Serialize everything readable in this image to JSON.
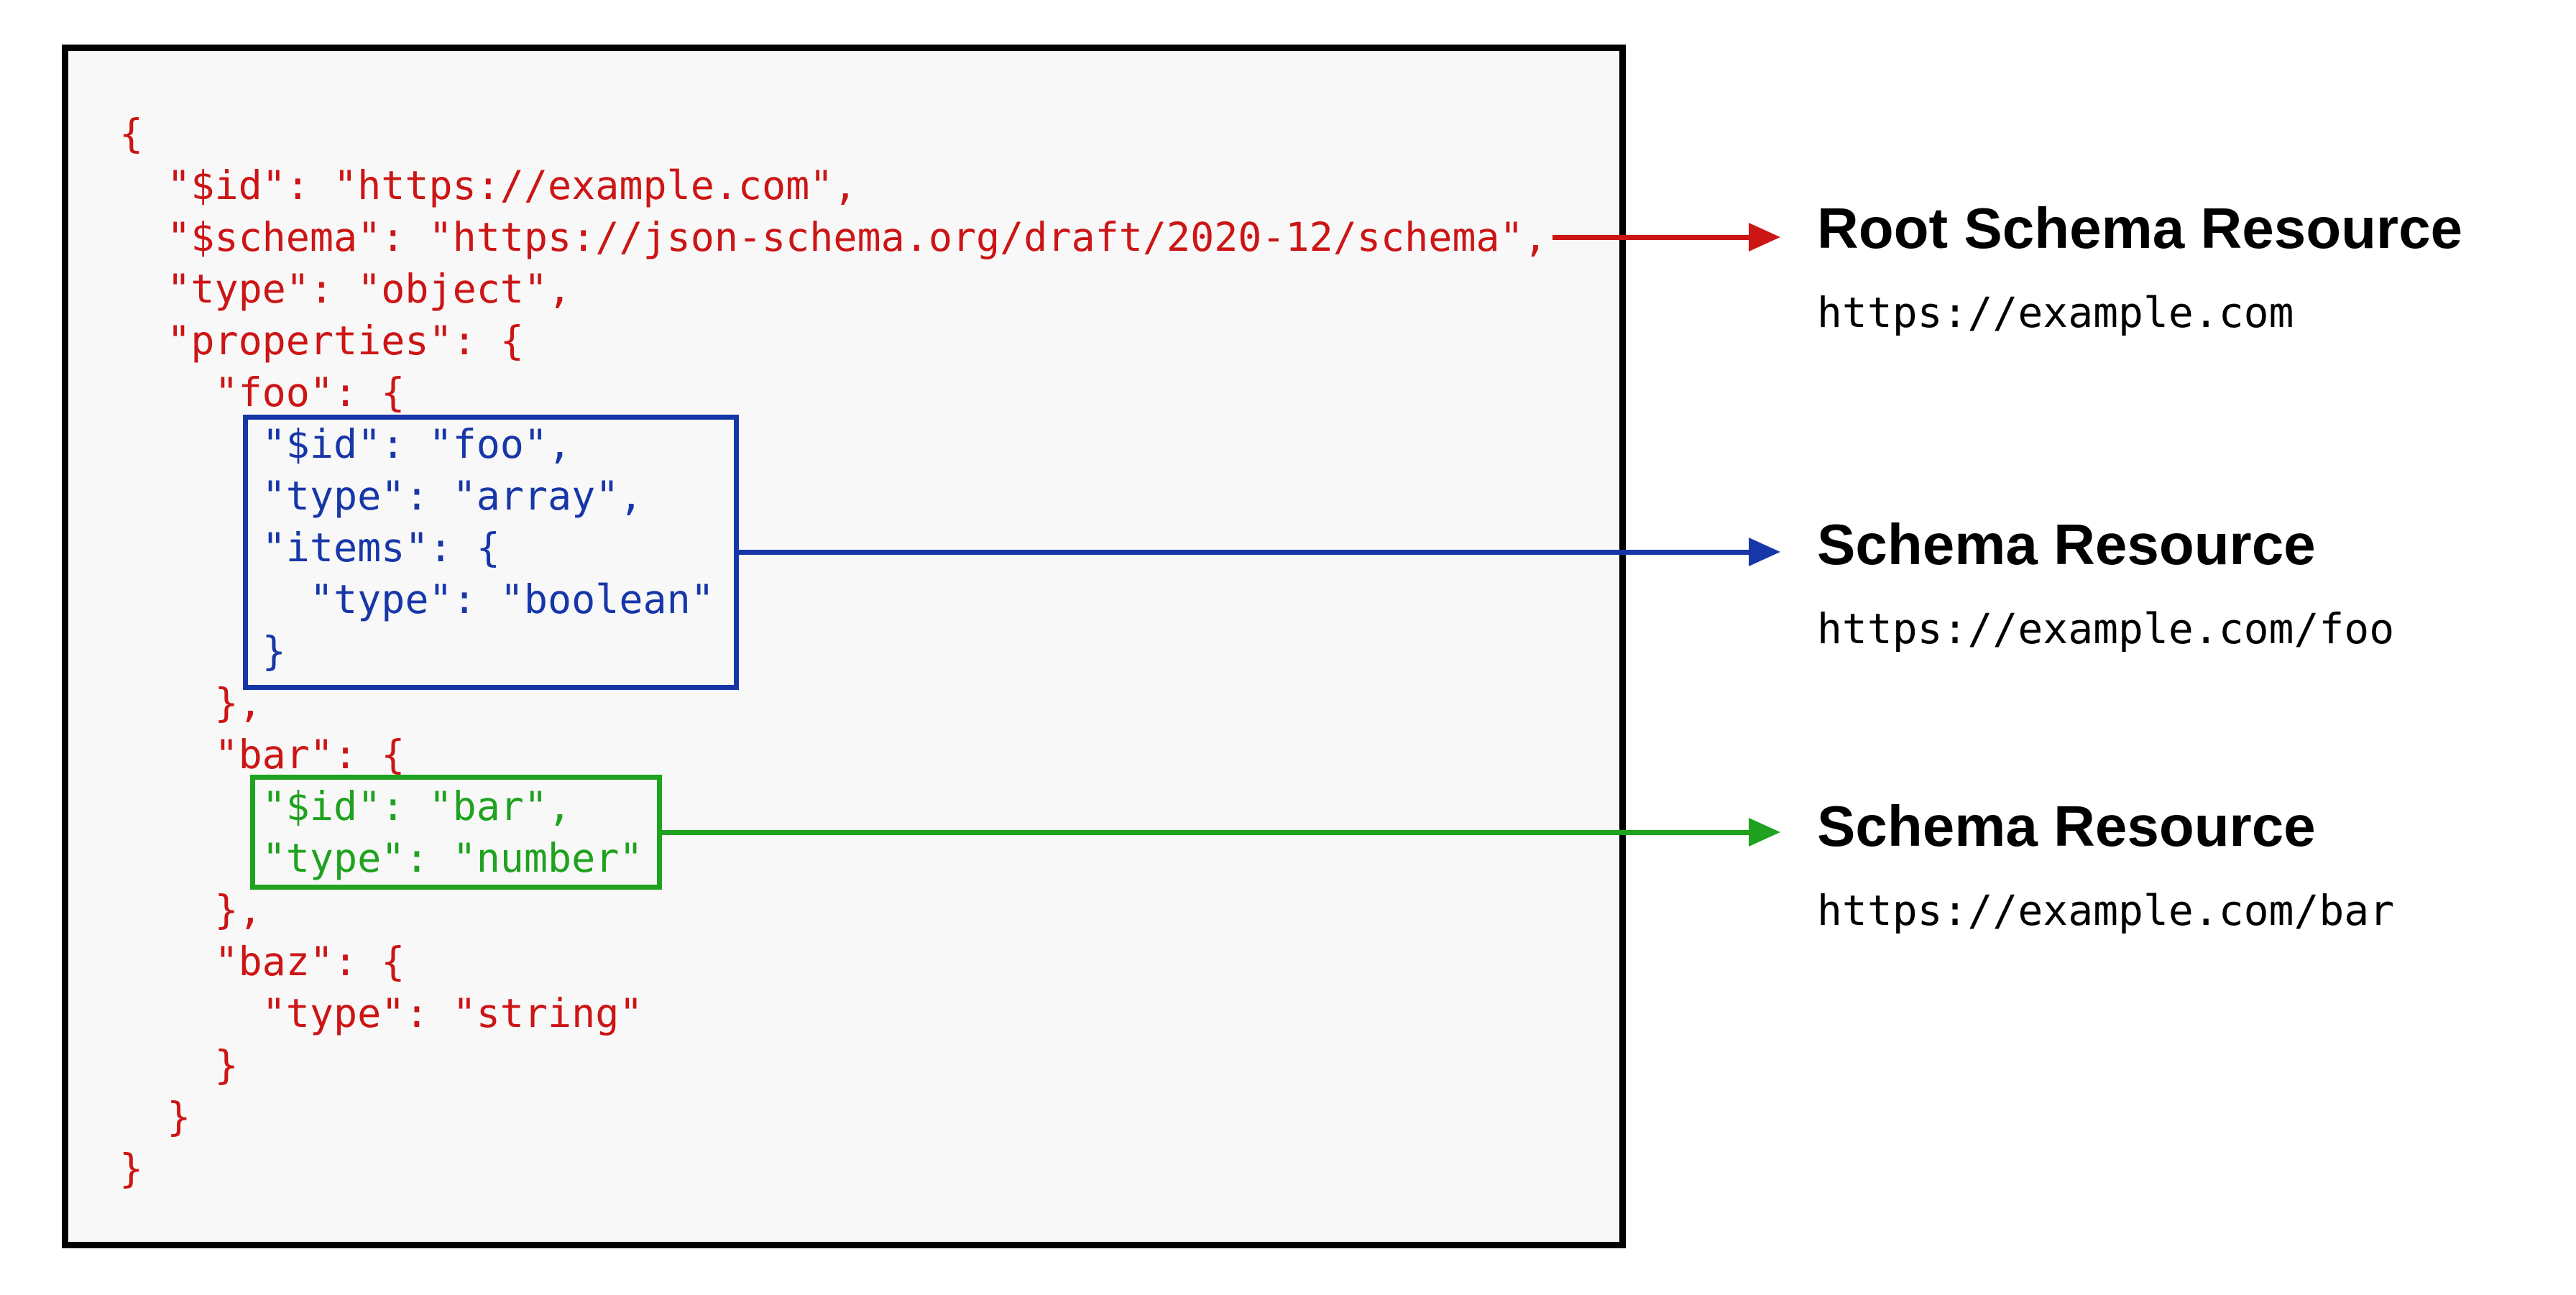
{
  "diagram": {
    "description": "JSON Schema document showing embedded schema resources",
    "colors": {
      "red": "#cc1515",
      "blue": "#1737a8",
      "green": "#1fa21f",
      "box_border": "#000000",
      "box_fill": "#f8f8f8",
      "label_text": "#000000"
    },
    "code_lines": [
      {
        "text": "{",
        "color": "red"
      },
      {
        "text": "  \"$id\": \"https://example.com\",",
        "color": "red"
      },
      {
        "text": "  \"$schema\": \"https://json-schema.org/draft/2020-12/schema\",",
        "color": "red"
      },
      {
        "text": "  \"type\": \"object\",",
        "color": "red"
      },
      {
        "text": "  \"properties\": {",
        "color": "red"
      },
      {
        "text": "    \"foo\": {",
        "color": "red"
      },
      {
        "text": "      \"$id\": \"foo\",",
        "color": "blue"
      },
      {
        "text": "      \"type\": \"array\",",
        "color": "blue"
      },
      {
        "text": "      \"items\": {",
        "color": "blue"
      },
      {
        "text": "        \"type\": \"boolean\"",
        "color": "blue"
      },
      {
        "text": "      }",
        "color": "blue"
      },
      {
        "text": "    },",
        "color": "red"
      },
      {
        "text": "    \"bar\": {",
        "color": "red"
      },
      {
        "text": "      \"$id\": \"bar\",",
        "color": "green"
      },
      {
        "text": "      \"type\": \"number\"",
        "color": "green"
      },
      {
        "text": "    },",
        "color": "red"
      },
      {
        "text": "    \"baz\": {",
        "color": "red"
      },
      {
        "text": "      \"type\": \"string\"",
        "color": "red"
      },
      {
        "text": "    }",
        "color": "red"
      },
      {
        "text": "  }",
        "color": "red"
      },
      {
        "text": "}",
        "color": "red"
      }
    ],
    "labels": [
      {
        "title": "Root Schema Resource",
        "url": "https://example.com",
        "color": "red"
      },
      {
        "title": "Schema Resource",
        "url": "https://example.com/foo",
        "color": "blue"
      },
      {
        "title": "Schema Resource",
        "url": "https://example.com/bar",
        "color": "green"
      }
    ]
  }
}
